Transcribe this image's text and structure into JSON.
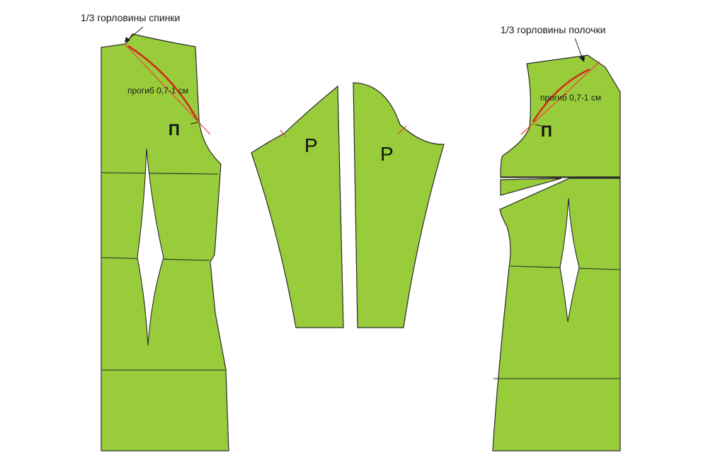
{
  "labels": {
    "back_neck": "1/3 горловины спинки",
    "front_neck": "1/3 горловины полочки",
    "back_curve": "прогиб 0,7-1 см",
    "front_curve": "прогиб 0,7-1 см",
    "back_mark": "П",
    "front_mark": "П",
    "sleeve_left_mark": "Р",
    "sleeve_right_mark": "Р"
  },
  "colors": {
    "fabric": "#98cc3a",
    "outline": "#2a2a2a",
    "raglan_line": "#e8463a"
  }
}
